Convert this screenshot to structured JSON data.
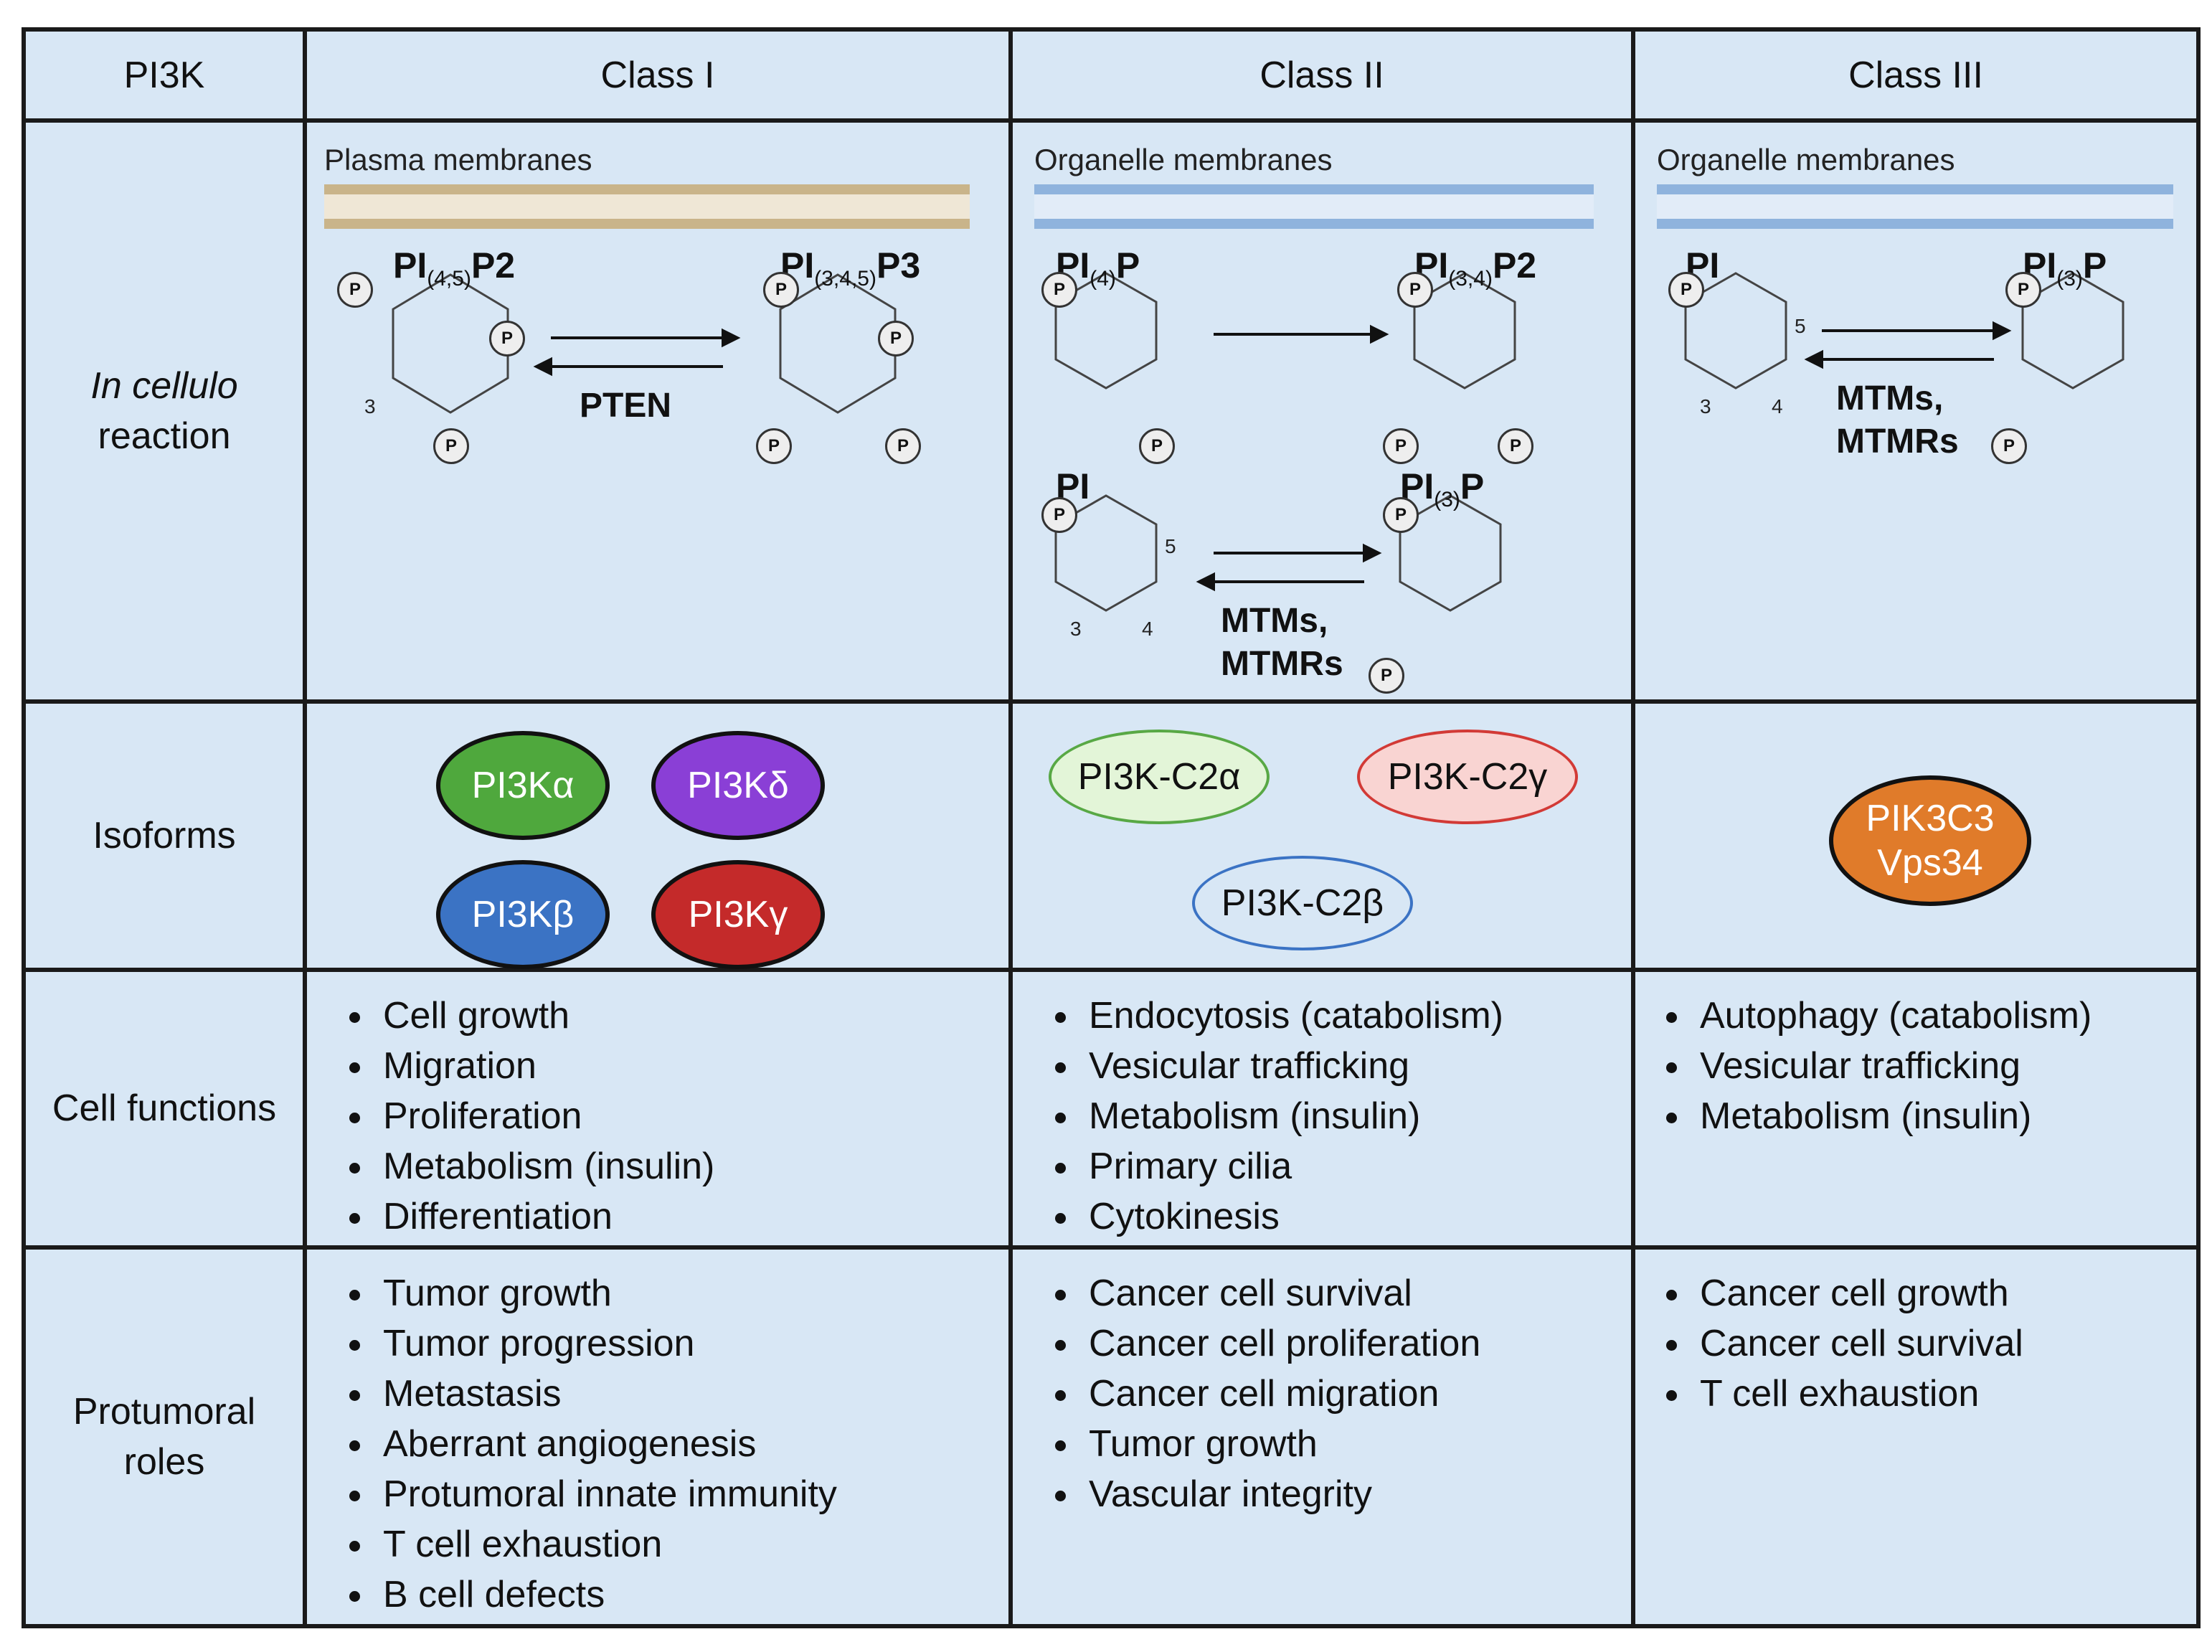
{
  "header": {
    "col0": "PI3K",
    "col1": "Class I",
    "col2": "Class II",
    "col3": "Class III"
  },
  "rows": {
    "reaction_label_italic": "In cellulo",
    "reaction_label": "reaction",
    "isoforms_label": "Isoforms",
    "functions_label": "Cell functions",
    "protumoral_label_1": "Protumoral",
    "protumoral_label_2": "roles"
  },
  "reaction": {
    "class1": {
      "membrane": "Plasma membranes",
      "substrate": "PI",
      "substrate_sub": "(4,5)",
      "substrate_suffix": "P2",
      "product": "PI",
      "product_sub": "(3,4,5)",
      "product_suffix": "P3",
      "enzyme": "PTEN",
      "ring_numbers": [
        "3"
      ]
    },
    "class2": {
      "membrane": "Organelle membranes",
      "r1_substrate": "PI",
      "r1_substrate_sub": "(4)",
      "r1_substrate_suffix": "P",
      "r1_product": "PI",
      "r1_product_sub": "(3,4)",
      "r1_product_suffix": "P2",
      "r2_substrate": "PI",
      "r2_product": "PI",
      "r2_product_sub": "(3)",
      "r2_product_suffix": "P",
      "enzyme_1": "MTMs,",
      "enzyme_2": "MTMRs",
      "ring_numbers": [
        "3",
        "4",
        "5"
      ]
    },
    "class3": {
      "membrane": "Organelle membranes",
      "substrate": "PI",
      "product": "PI",
      "product_sub": "(3)",
      "product_suffix": "P",
      "enzyme_1": "MTMs,",
      "enzyme_2": "MTMRs",
      "ring_numbers": [
        "3",
        "4",
        "5"
      ]
    },
    "phosphate": "P"
  },
  "isoforms": {
    "class1": [
      {
        "label": "PI3Kα",
        "fill": "#4fa83d"
      },
      {
        "label": "PI3Kδ",
        "fill": "#8a3fd6"
      },
      {
        "label": "PI3Kβ",
        "fill": "#3b73c4"
      },
      {
        "label": "PI3Kγ",
        "fill": "#c42a2a"
      }
    ],
    "class2": [
      {
        "label": "PI3K-C2α",
        "fill": "#e3f5d8",
        "stroke": "#58a845"
      },
      {
        "label": "PI3K-C2γ",
        "fill": "#f9d4d2",
        "stroke": "#d23a36"
      },
      {
        "label": "PI3K-C2β",
        "fill": "#d8e7f5",
        "stroke": "#3b73c4"
      }
    ],
    "class3": [
      {
        "label_1": "PIK3C3",
        "label_2": "Vps34",
        "fill": "#e07b2a"
      }
    ]
  },
  "functions": {
    "class1": [
      "Cell growth",
      "Migration",
      "Proliferation",
      "Metabolism (insulin)",
      "Differentiation"
    ],
    "class2": [
      "Endocytosis (catabolism)",
      "Vesicular trafficking",
      "Metabolism (insulin)",
      "Primary cilia",
      "Cytokinesis"
    ],
    "class3": [
      "Autophagy (catabolism)",
      "Vesicular trafficking",
      "Metabolism (insulin)"
    ]
  },
  "protumoral": {
    "class1": [
      "Tumor growth",
      "Tumor progression",
      "Metastasis",
      "Aberrant angiogenesis",
      "Protumoral innate immunity",
      "T cell exhaustion",
      "B cell defects"
    ],
    "class2": [
      "Cancer cell survival",
      "Cancer cell proliferation",
      "Cancer cell migration",
      "Tumor growth",
      "Vascular integrity"
    ],
    "class3": [
      "Cancer cell growth",
      "Cancer cell survival",
      "T cell exhaustion"
    ]
  }
}
